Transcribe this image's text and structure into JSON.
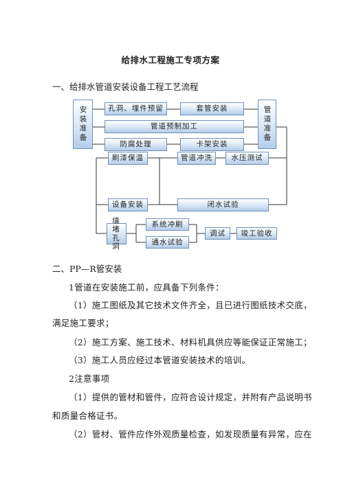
{
  "title": "给排水工程施工专项方案",
  "section1": {
    "heading": "一、给排水管道安装设备工程工艺流程"
  },
  "flowchart": {
    "prep_left": "安装准备",
    "hole_embed": "孔洞、埋件预留",
    "sleeve_install": "套管安装",
    "pipe_prefab": "管道预制加工",
    "anticorrosion": "防腐处理",
    "bracket_install": "卡架安装",
    "pipe_prep": "管道准备",
    "paint_insulation": "刷漆保温",
    "pipe_flush": "管道冲洗",
    "pressure_test": "水压测试",
    "equipment_install": "设备安装",
    "closed_water_test": "闭水试验",
    "fill_holes": "填堵孔洞",
    "system_flush": "系统冲刷",
    "water_test": "通水试验",
    "debug": "调试",
    "completion": "竣工验收"
  },
  "section2": {
    "heading": "二、PP—R管安装",
    "p1": "1管道在安装施工前，应具备下列条件：",
    "p2a": "（1）施工图纸及其它技术文件齐全，且已进行图纸技术交底，",
    "p2b": "满足施工要求；",
    "p3": "（2）施工方案、施工技术、材料机具供应等能保证正常施工；",
    "p4": "（3）施工人员应经过本管道安装技术的培训。",
    "p5": "2注意事项",
    "p6a": "（1）提供的管材和管件，应符合设计规定，并附有产品说明书",
    "p6b": "和质量合格证书。",
    "p7": "（2）管材、管件应作外观质量检查，如发现质量有异常，应在"
  }
}
